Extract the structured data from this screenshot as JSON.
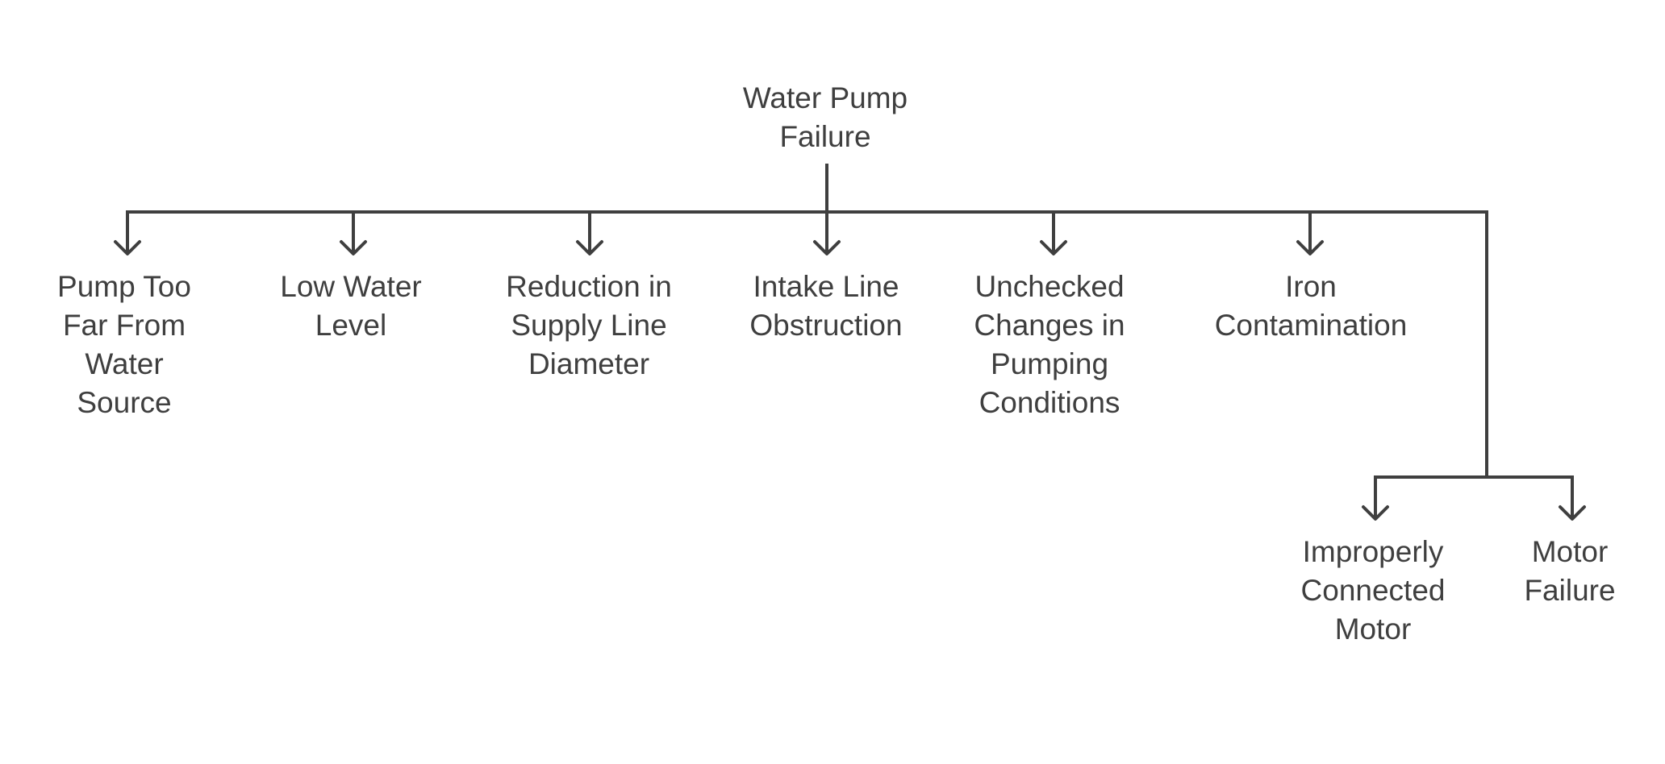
{
  "colors": {
    "line": "#3f3f3f",
    "text": "#3f3f3f",
    "background": "#ffffff"
  },
  "root": {
    "label": "Water Pump\nFailure"
  },
  "causes": [
    {
      "id": "pump-too-far",
      "label": "Pump Too\nFar From\nWater\nSource"
    },
    {
      "id": "low-water-level",
      "label": "Low Water\nLevel"
    },
    {
      "id": "supply-line-diameter",
      "label": "Reduction in\nSupply Line\nDiameter"
    },
    {
      "id": "intake-line-obstruction",
      "label": "Intake Line\nObstruction"
    },
    {
      "id": "unchecked-changes",
      "label": "Unchecked\nChanges in\nPumping\nConditions"
    },
    {
      "id": "iron-contamination",
      "label": "Iron\nContamination"
    }
  ],
  "motor_branch": {
    "children": [
      {
        "id": "improperly-connected-motor",
        "label": "Improperly\nConnected\nMotor"
      },
      {
        "id": "motor-failure",
        "label": "Motor\nFailure"
      }
    ]
  }
}
